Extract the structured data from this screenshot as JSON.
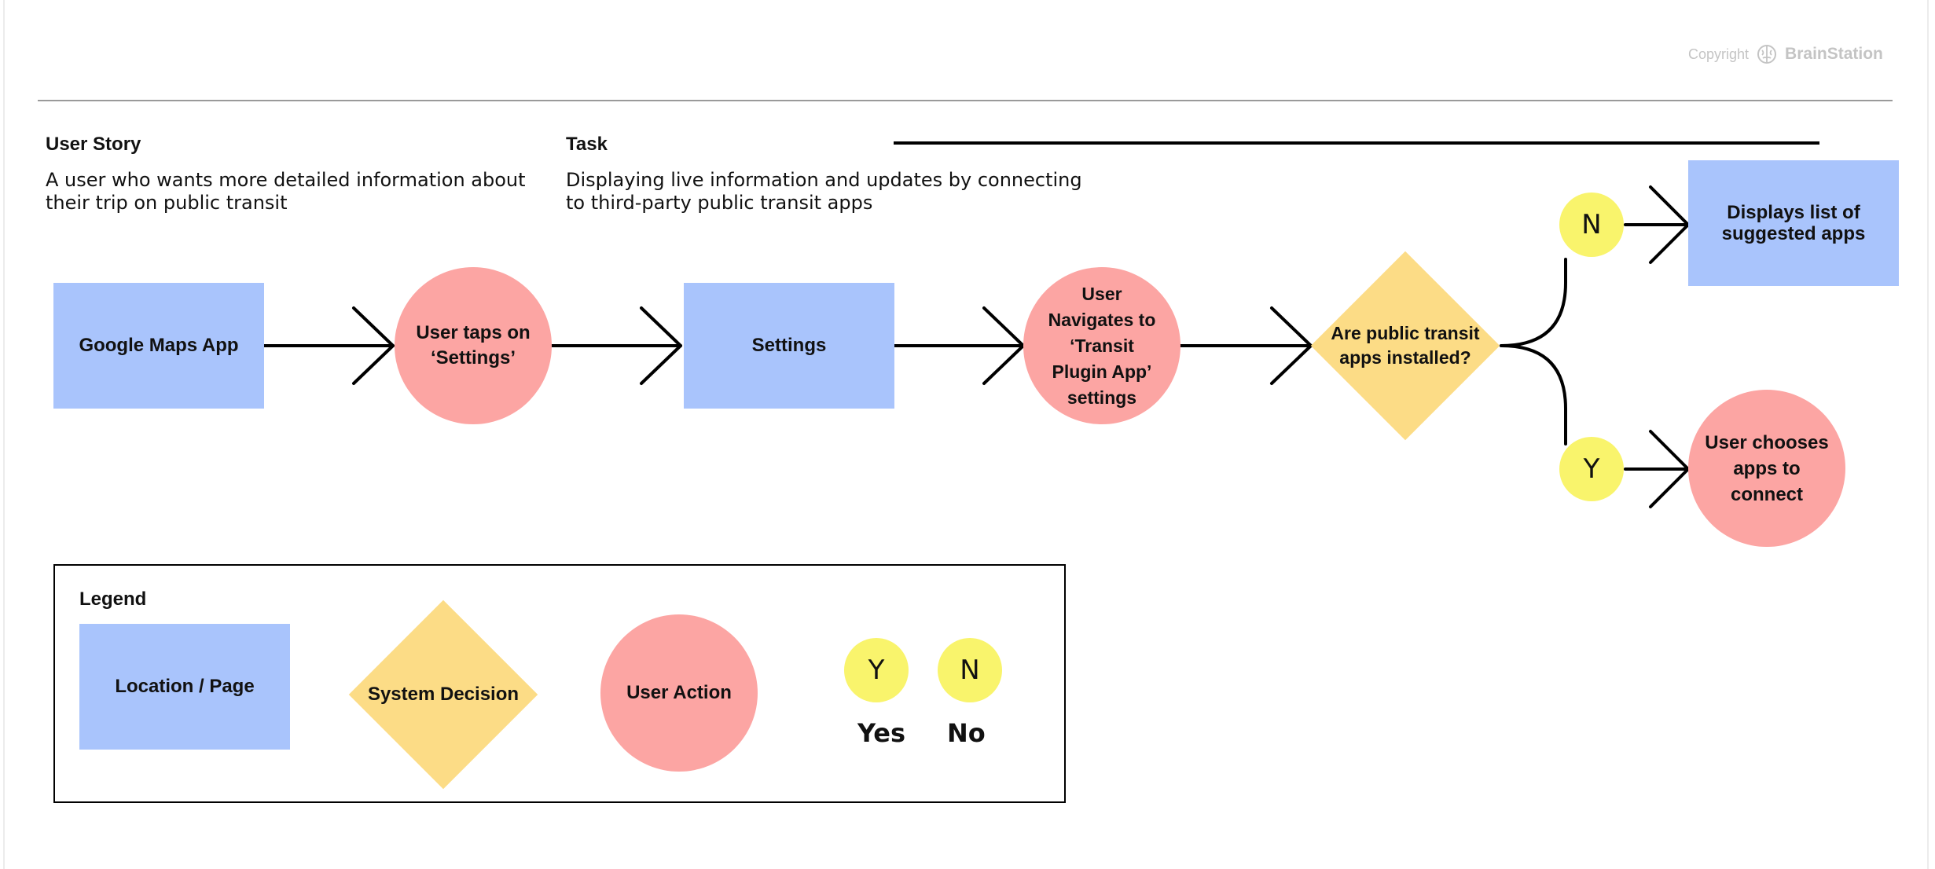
{
  "copyright": {
    "label": "Copyright",
    "brand": "BrainStation",
    "icon": "brain-icon"
  },
  "user_story": {
    "heading": "User Story",
    "text_line1": "A user who wants more detailed information about",
    "text_line2": "their trip on public transit"
  },
  "task": {
    "heading": "Task",
    "text_line1": "Displaying live information and updates by connecting",
    "text_line2": "to third-party public transit apps"
  },
  "flow": {
    "google_maps": "Google Maps App",
    "taps_settings_line1": "User taps on",
    "taps_settings_line2": "‘Settings’",
    "settings": "Settings",
    "navigates_line1": "User",
    "navigates_line2": "Navigates to",
    "navigates_line3": "‘Transit",
    "navigates_line4": "Plugin App’",
    "navigates_line5": "settings",
    "decision_line1": "Are public transit",
    "decision_line2": "apps installed?",
    "no_marker": "N",
    "yes_marker": "Y",
    "suggested_line1": "Displays list of",
    "suggested_line2": "suggested apps",
    "choose_line1": "User chooses",
    "choose_line2": "apps to",
    "choose_line3": "connect"
  },
  "legend": {
    "title": "Legend",
    "location": "Location / Page",
    "decision": "System Decision",
    "action": "User Action",
    "yes_marker": "Y",
    "no_marker": "N",
    "yes_label": "Yes",
    "no_label": "No"
  },
  "colors": {
    "location": "#a9c4fc",
    "action": "#fca5a3",
    "decision": "#fcdc86",
    "yes_no": "#f9f46c"
  }
}
